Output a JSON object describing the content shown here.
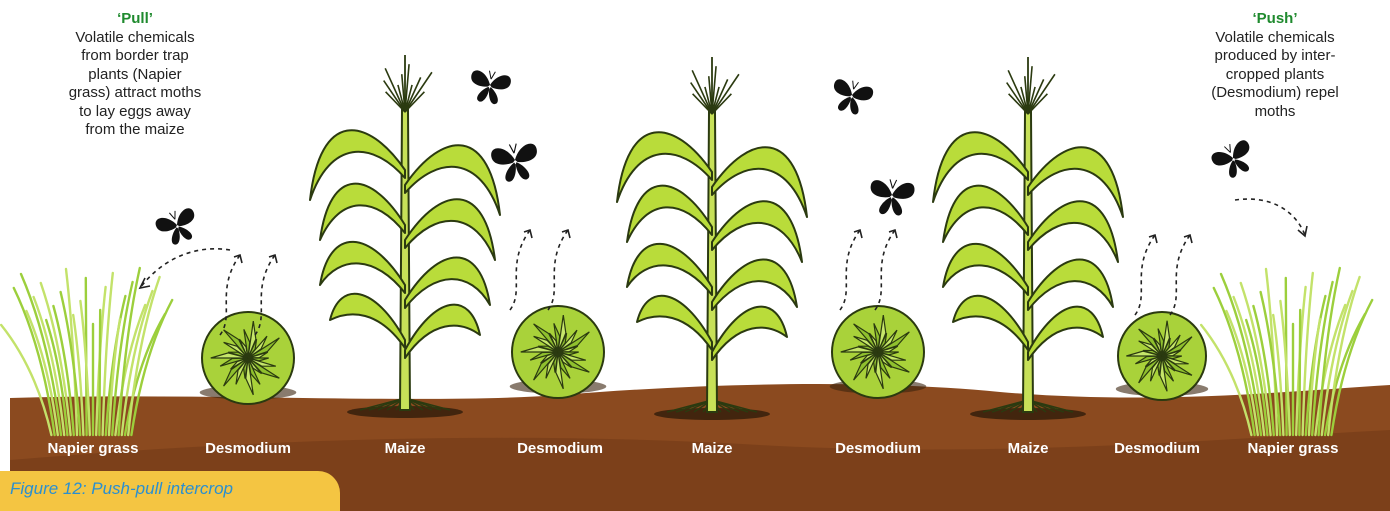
{
  "pull": {
    "title": "‘Pull’",
    "text": "Volatile chemicals\nfrom border trap\nplants (Napier\ngrass) attract moths\nto lay eggs away\nfrom the maize"
  },
  "push": {
    "title": "‘Push’",
    "text": "Volatile chemicals\nproduced by inter-\ncropped plants\n(Desmodium) repel\nmoths"
  },
  "labels": [
    "Napier grass",
    "Desmodium",
    "Maize",
    "Desmodium",
    "Maize",
    "Desmodium",
    "Maize",
    "Desmodium",
    "Napier grass"
  ],
  "figure_caption": "Figure 12: Push-pull intercrop",
  "colors": {
    "soil": "#8b4a1f",
    "soil_dark": "#6b3514",
    "leaf": "#b9dc3a",
    "leaf_dark": "#2b3a10",
    "title_green": "#1f8a2e",
    "caption_blue": "#2a8fd0",
    "caption_bg": "#f4c542"
  }
}
